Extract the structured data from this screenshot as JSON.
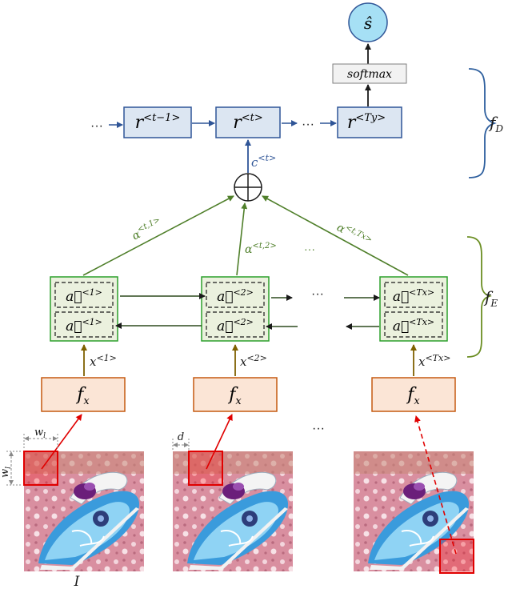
{
  "decoder": {
    "output_label": "ŝ",
    "softmax_label": "softmax",
    "r_prev": "r",
    "r_prev_sup": "<t−1>",
    "r_cur": "r",
    "r_cur_sup": "<t>",
    "r_last": "r",
    "r_last_sup": "<Ty>",
    "context_label": "c",
    "context_sup": "<t>",
    "ellipsis_left": "···",
    "ellipsis_mid": "···",
    "brace_label": "f",
    "brace_sub": "D"
  },
  "attention": {
    "alpha1": "α",
    "alpha1_sup": "<t,1>",
    "alpha2": "α",
    "alpha2_sup": "<t,2>",
    "alpha3": "α",
    "alpha3_sup": "<t,Tx>",
    "ellipsis": "···"
  },
  "encoder": {
    "fwd1": "a⃗",
    "fwd1_sup": "<1>",
    "bwd1": "a⃖",
    "bwd1_sup": "<1>",
    "fwd2": "a⃗",
    "fwd2_sup": "<2>",
    "bwd2": "a⃖",
    "bwd2_sup": "<2>",
    "fwd3": "a⃗",
    "fwd3_sup": "<Tx>",
    "bwd3": "a⃖",
    "bwd3_sup": "<Tx>",
    "ellipsis": "···",
    "brace_label": "f",
    "brace_sub": "E"
  },
  "inputs": {
    "x1": "x",
    "x1_sup": "<1>",
    "x2": "x",
    "x2_sup": "<2>",
    "x3": "x",
    "x3_sup": "<Tx>"
  },
  "feature": {
    "f1": "f",
    "f1_sub": "x",
    "f2": "f",
    "f2_sub": "x",
    "f3": "f",
    "f3_sub": "x",
    "ellipsis": "···"
  },
  "images": {
    "w_label": "w",
    "w_sub": "l",
    "d_label": "d",
    "image_label": "I",
    "ellipsis": "···"
  },
  "colors": {
    "decoder_fill": "#dce6f2",
    "decoder_stroke": "#2f5597",
    "encoder_fill": "#ebf1de",
    "encoder_stroke": "#2ca02c",
    "attention_arrow": "#4f7f2a",
    "feature_fill": "#fbe5d6",
    "feature_stroke": "#c55a11",
    "feature_arrow": "#7f6000",
    "output_fill": "#a6e0f5",
    "window": "#e00000",
    "brace": "#2e5f9e",
    "encoder_brace": "#6b8e23"
  }
}
